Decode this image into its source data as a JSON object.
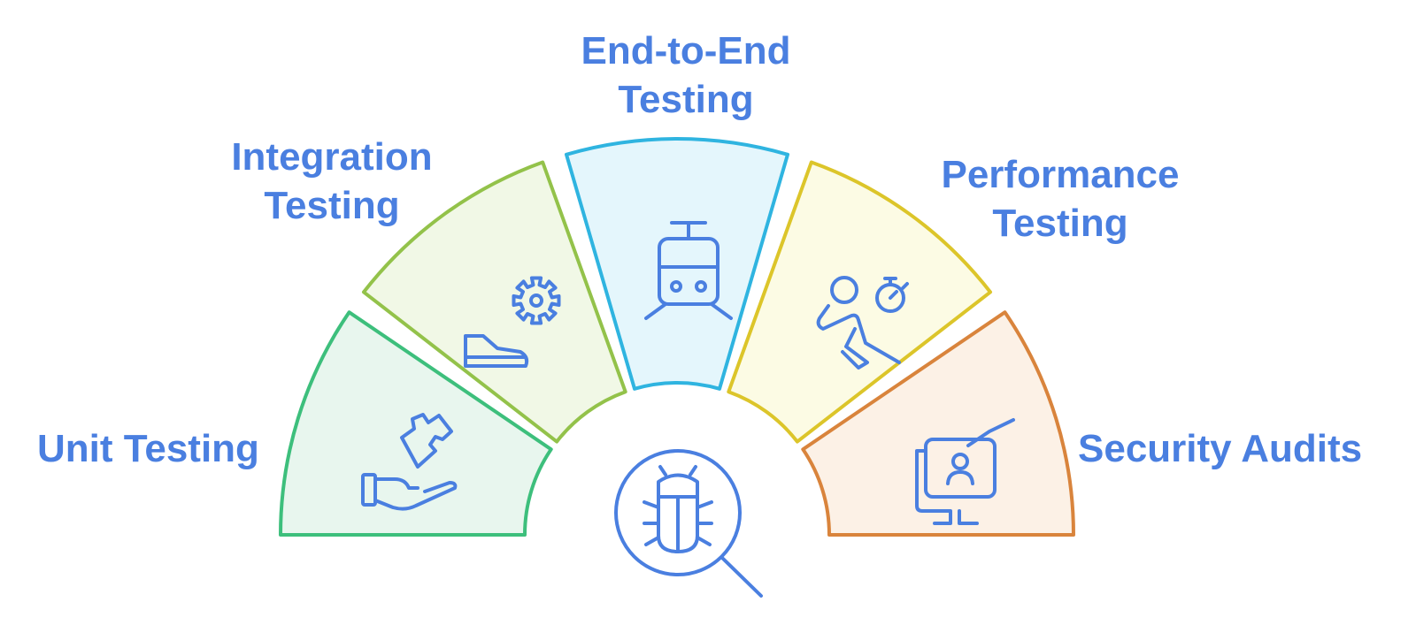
{
  "segments": [
    {
      "id": "unit",
      "lines": [
        "Unit Testing"
      ],
      "fill": "#e8f6ee",
      "stroke": "#3dbf7c",
      "icon": "hand-puzzle-icon"
    },
    {
      "id": "integration",
      "lines": [
        "Integration",
        "Testing"
      ],
      "fill": "#f1f8e6",
      "stroke": "#93c24a",
      "icon": "gear-icon"
    },
    {
      "id": "e2e",
      "lines": [
        "End-to-End",
        "Testing"
      ],
      "fill": "#e4f6fc",
      "stroke": "#2fb4e0",
      "icon": "train-icon"
    },
    {
      "id": "performance",
      "lines": [
        "Performance",
        "Testing"
      ],
      "fill": "#fcfbe4",
      "stroke": "#dcc52a",
      "icon": "runner-stopwatch-icon"
    },
    {
      "id": "security",
      "lines": [
        "Security Audits"
      ],
      "fill": "#fcf1e6",
      "stroke": "#d9843c",
      "icon": "monitor-user-icon"
    }
  ],
  "center_icon": "bug-magnifier-icon",
  "colors": {
    "label": "#4a7fe0",
    "icon": "#4a7fe0"
  }
}
